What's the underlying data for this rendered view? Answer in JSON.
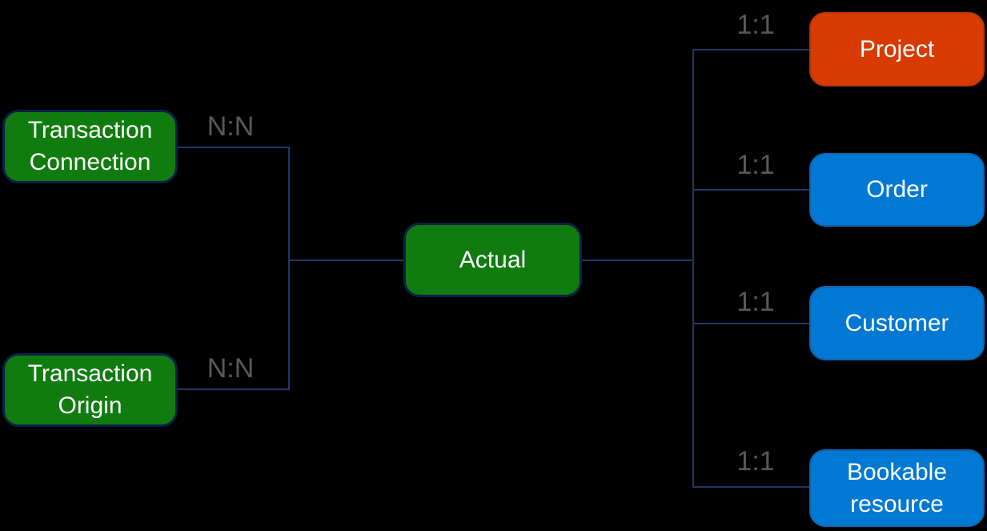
{
  "colors": {
    "background": "#000000",
    "connector": "#1f3864",
    "edge_label_text": "#595959",
    "node_text": "#ffffff"
  },
  "nodes": [
    {
      "id": "transaction-connection",
      "label": "Transaction Connection",
      "fill": "#107C10",
      "stroke": "#0d2145"
    },
    {
      "id": "transaction-origin",
      "label": "Transaction Origin",
      "fill": "#107C10",
      "stroke": "#0d2145"
    },
    {
      "id": "actual",
      "label": "Actual",
      "fill": "#107C10",
      "stroke": "#0d2145"
    },
    {
      "id": "project",
      "label": "Project",
      "fill": "#D83B01",
      "stroke": "#b33706"
    },
    {
      "id": "order",
      "label": "Order",
      "fill": "#0078D4",
      "stroke": "#0e65ad"
    },
    {
      "id": "customer",
      "label": "Customer",
      "fill": "#0078D4",
      "stroke": "#0e65ad"
    },
    {
      "id": "bookable-resource",
      "label": "Bookable resource",
      "fill": "#0078D4",
      "stroke": "#0e65ad"
    }
  ],
  "edges": [
    {
      "from": "transaction-connection",
      "to": "actual",
      "label": "N:N"
    },
    {
      "from": "transaction-origin",
      "to": "actual",
      "label": "N:N"
    },
    {
      "from": "actual",
      "to": "project",
      "label": "1:1"
    },
    {
      "from": "actual",
      "to": "order",
      "label": "1:1"
    },
    {
      "from": "actual",
      "to": "customer",
      "label": "1:1"
    },
    {
      "from": "actual",
      "to": "bookable-resource",
      "label": "1:1"
    }
  ]
}
